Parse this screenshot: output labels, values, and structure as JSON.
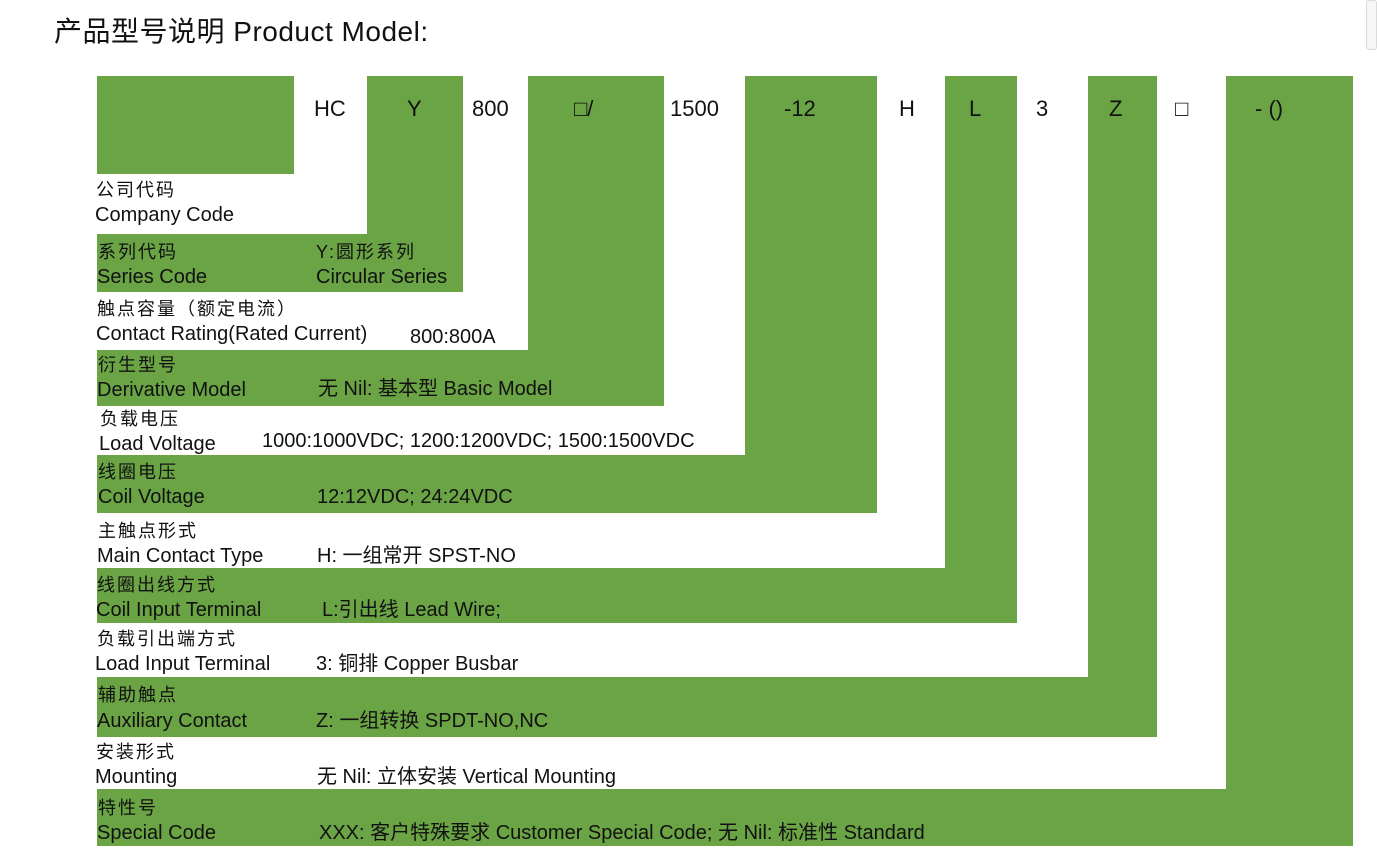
{
  "page_title": "产品型号说明 Product Model:",
  "model_code": {
    "company": "",
    "hc": "HC",
    "y": "Y",
    "n800": "800",
    "box_slash": "□/",
    "n1500": "1500",
    "n12": "-12",
    "h": "H",
    "l": "L",
    "n3": "3",
    "z": "Z",
    "box": "□",
    "special": "- ()"
  },
  "rows": [
    {
      "zh": "公司代码",
      "en": "Company Code",
      "value": ""
    },
    {
      "zh": "系列代码",
      "en": "Series Code",
      "value_zh": "Y:圆形系列",
      "value": "Circular Series"
    },
    {
      "zh": "触点容量（额定电流）",
      "en": "Contact Rating(Rated Current)",
      "value": "800:800A"
    },
    {
      "zh": "衍生型号",
      "en": "Derivative Model",
      "value": "无 Nil: 基本型 Basic Model"
    },
    {
      "zh": "负载电压",
      "en": "Load Voltage",
      "value": "1000:1000VDC;  1200:1200VDC;  1500:1500VDC"
    },
    {
      "zh": "线圈电压",
      "en": "Coil Voltage",
      "value": "12:12VDC;   24:24VDC"
    },
    {
      "zh": "主触点形式",
      "en": "Main Contact Type",
      "value": "H: 一组常开 SPST-NO"
    },
    {
      "zh": "线圈出线方式",
      "en": "Coil Input Terminal",
      "value": "L:引出线 Lead Wire;"
    },
    {
      "zh": "负载引出端方式",
      "en": "Load Input Terminal",
      "value": "3: 铜排  Copper Busbar"
    },
    {
      "zh": "辅助触点",
      "en": "Auxiliary Contact",
      "value": "Z: 一组转换  SPDT-NO,NC"
    },
    {
      "zh": "安装形式",
      "en": "Mounting",
      "value": "无 Nil: 立体安装  Vertical Mounting"
    },
    {
      "zh": "特性号",
      "en": "Special Code",
      "value": "XXX: 客户特殊要求 Customer Special Code;  无 Nil: 标准性 Standard"
    }
  ],
  "colors": {
    "green": "#6aa444",
    "text": "#111111",
    "background": "#ffffff"
  }
}
